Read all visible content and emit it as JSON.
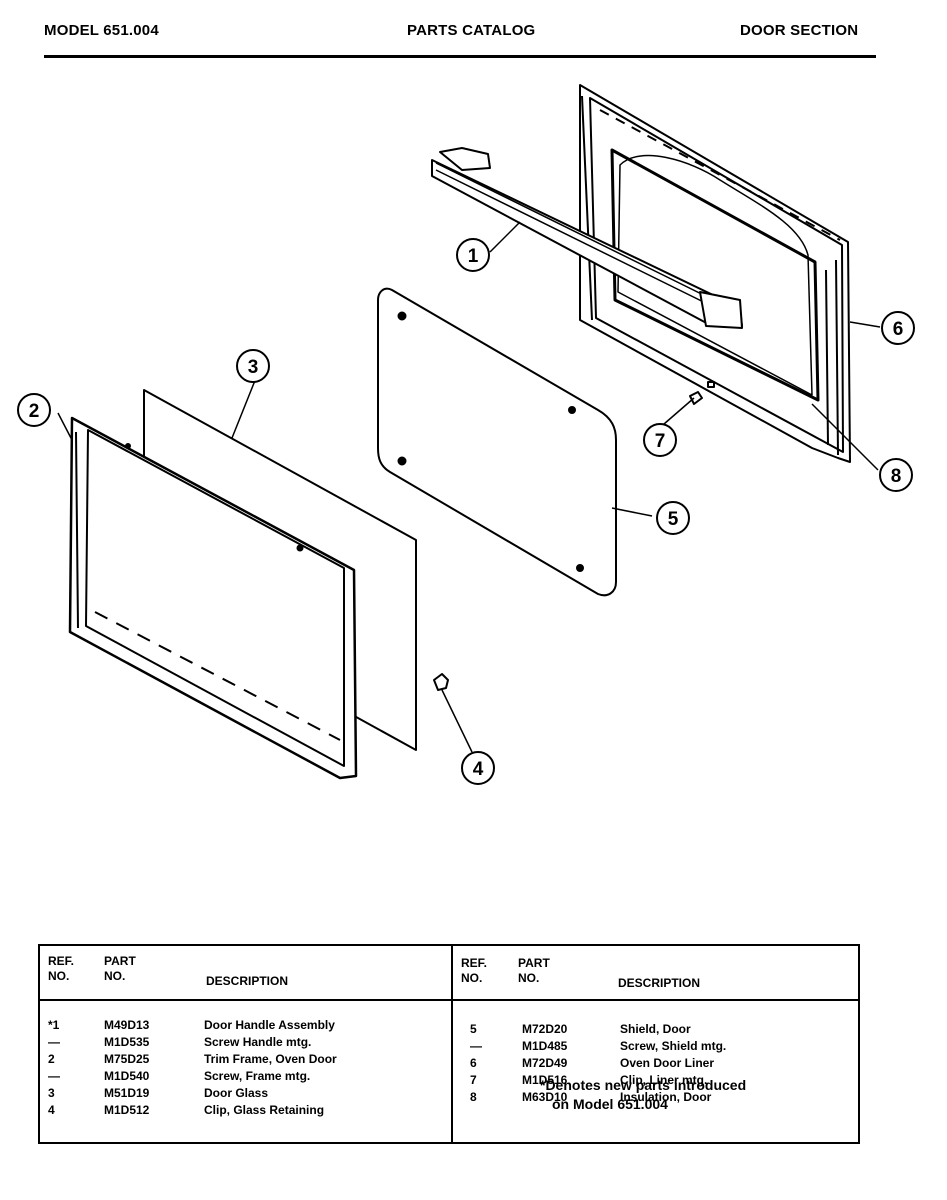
{
  "header": {
    "model": "MODEL 651.004",
    "catalog": "PARTS CATALOG",
    "section": "DOOR SECTION"
  },
  "diagram": {
    "callouts": [
      "1",
      "2",
      "3",
      "4",
      "5",
      "6",
      "7",
      "8"
    ]
  },
  "table": {
    "col_ref": [
      "REF.",
      "NO."
    ],
    "col_part": [
      "PART",
      "NO."
    ],
    "col_desc": "DESCRIPTION",
    "left_rows": [
      {
        "ref": "*1",
        "part": "M49D13",
        "desc": "Door Handle Assembly"
      },
      {
        "ref": "—",
        "part": "M1D535",
        "desc": "Screw Handle mtg."
      },
      {
        "ref": "2",
        "part": "M75D25",
        "desc": "Trim Frame, Oven Door"
      },
      {
        "ref": "—",
        "part": "M1D540",
        "desc": "Screw, Frame mtg."
      },
      {
        "ref": "3",
        "part": "M51D19",
        "desc": "Door Glass"
      },
      {
        "ref": "4",
        "part": "M1D512",
        "desc": "Clip, Glass Retaining"
      }
    ],
    "right_rows": [
      {
        "ref": "5",
        "part": "M72D20",
        "desc": "Shield, Door"
      },
      {
        "ref": "—",
        "part": "M1D485",
        "desc": "Screw, Shield mtg."
      },
      {
        "ref": "6",
        "part": "M72D49",
        "desc": "Oven Door Liner"
      },
      {
        "ref": "7",
        "part": "M1D516",
        "desc": "Clip, Liner mtg."
      },
      {
        "ref": "8",
        "part": "M63D10",
        "desc": "Insulation, Door"
      }
    ],
    "note_line1": "*Denotes new parts introduced",
    "note_line2": "on Model 651.004"
  }
}
